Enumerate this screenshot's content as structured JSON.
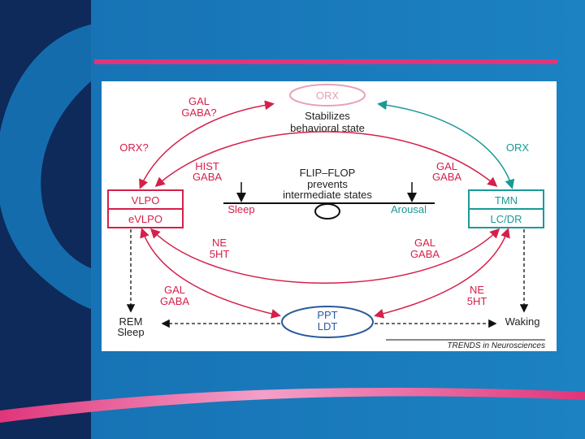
{
  "colors": {
    "sleep_red": "#d4204a",
    "wake_teal": "#1a9a96",
    "orx_pink": "#e8a0b8",
    "ppt_blue": "#2a5a9a",
    "slide_blue": "#1a78b8",
    "navy_band": "#0d2a5a",
    "accent_magenta": "#e0357a"
  },
  "diagram": {
    "orx_node": "ORX",
    "orx_caption_1": "Stabilizes",
    "orx_caption_2": "behavioral state",
    "gal_gaba_q_1": "GAL",
    "gal_gaba_q_2": "GABA?",
    "orx_q": "ORX?",
    "orx_right": "ORX",
    "hist_gaba_1": "HIST",
    "hist_gaba_2": "GABA",
    "gal_gaba_top_right_1": "GAL",
    "gal_gaba_top_right_2": "GABA",
    "flipflop_1": "FLIP–FLOP",
    "flipflop_2": "prevents",
    "flipflop_3": "intermediate states",
    "sleep": "Sleep",
    "arousal": "Arousal",
    "vlpo": "VLPO",
    "evlpo": "eVLPO",
    "tmn": "TMN",
    "lcdr": "LC/DR",
    "ne_5ht_left_1": "NE",
    "ne_5ht_left_2": "5HT",
    "gal_gaba_mid_right_1": "GAL",
    "gal_gaba_mid_right_2": "GABA",
    "gal_gaba_bottom_left_1": "GAL",
    "gal_gaba_bottom_left_2": "GABA",
    "ne_5ht_bottom_right_1": "NE",
    "ne_5ht_bottom_right_2": "5HT",
    "ppt": "PPT",
    "ldt": "LDT",
    "rem_1": "REM",
    "rem_2": "Sleep",
    "waking": "Waking",
    "credit": "TRENDS in Neurosciences"
  }
}
